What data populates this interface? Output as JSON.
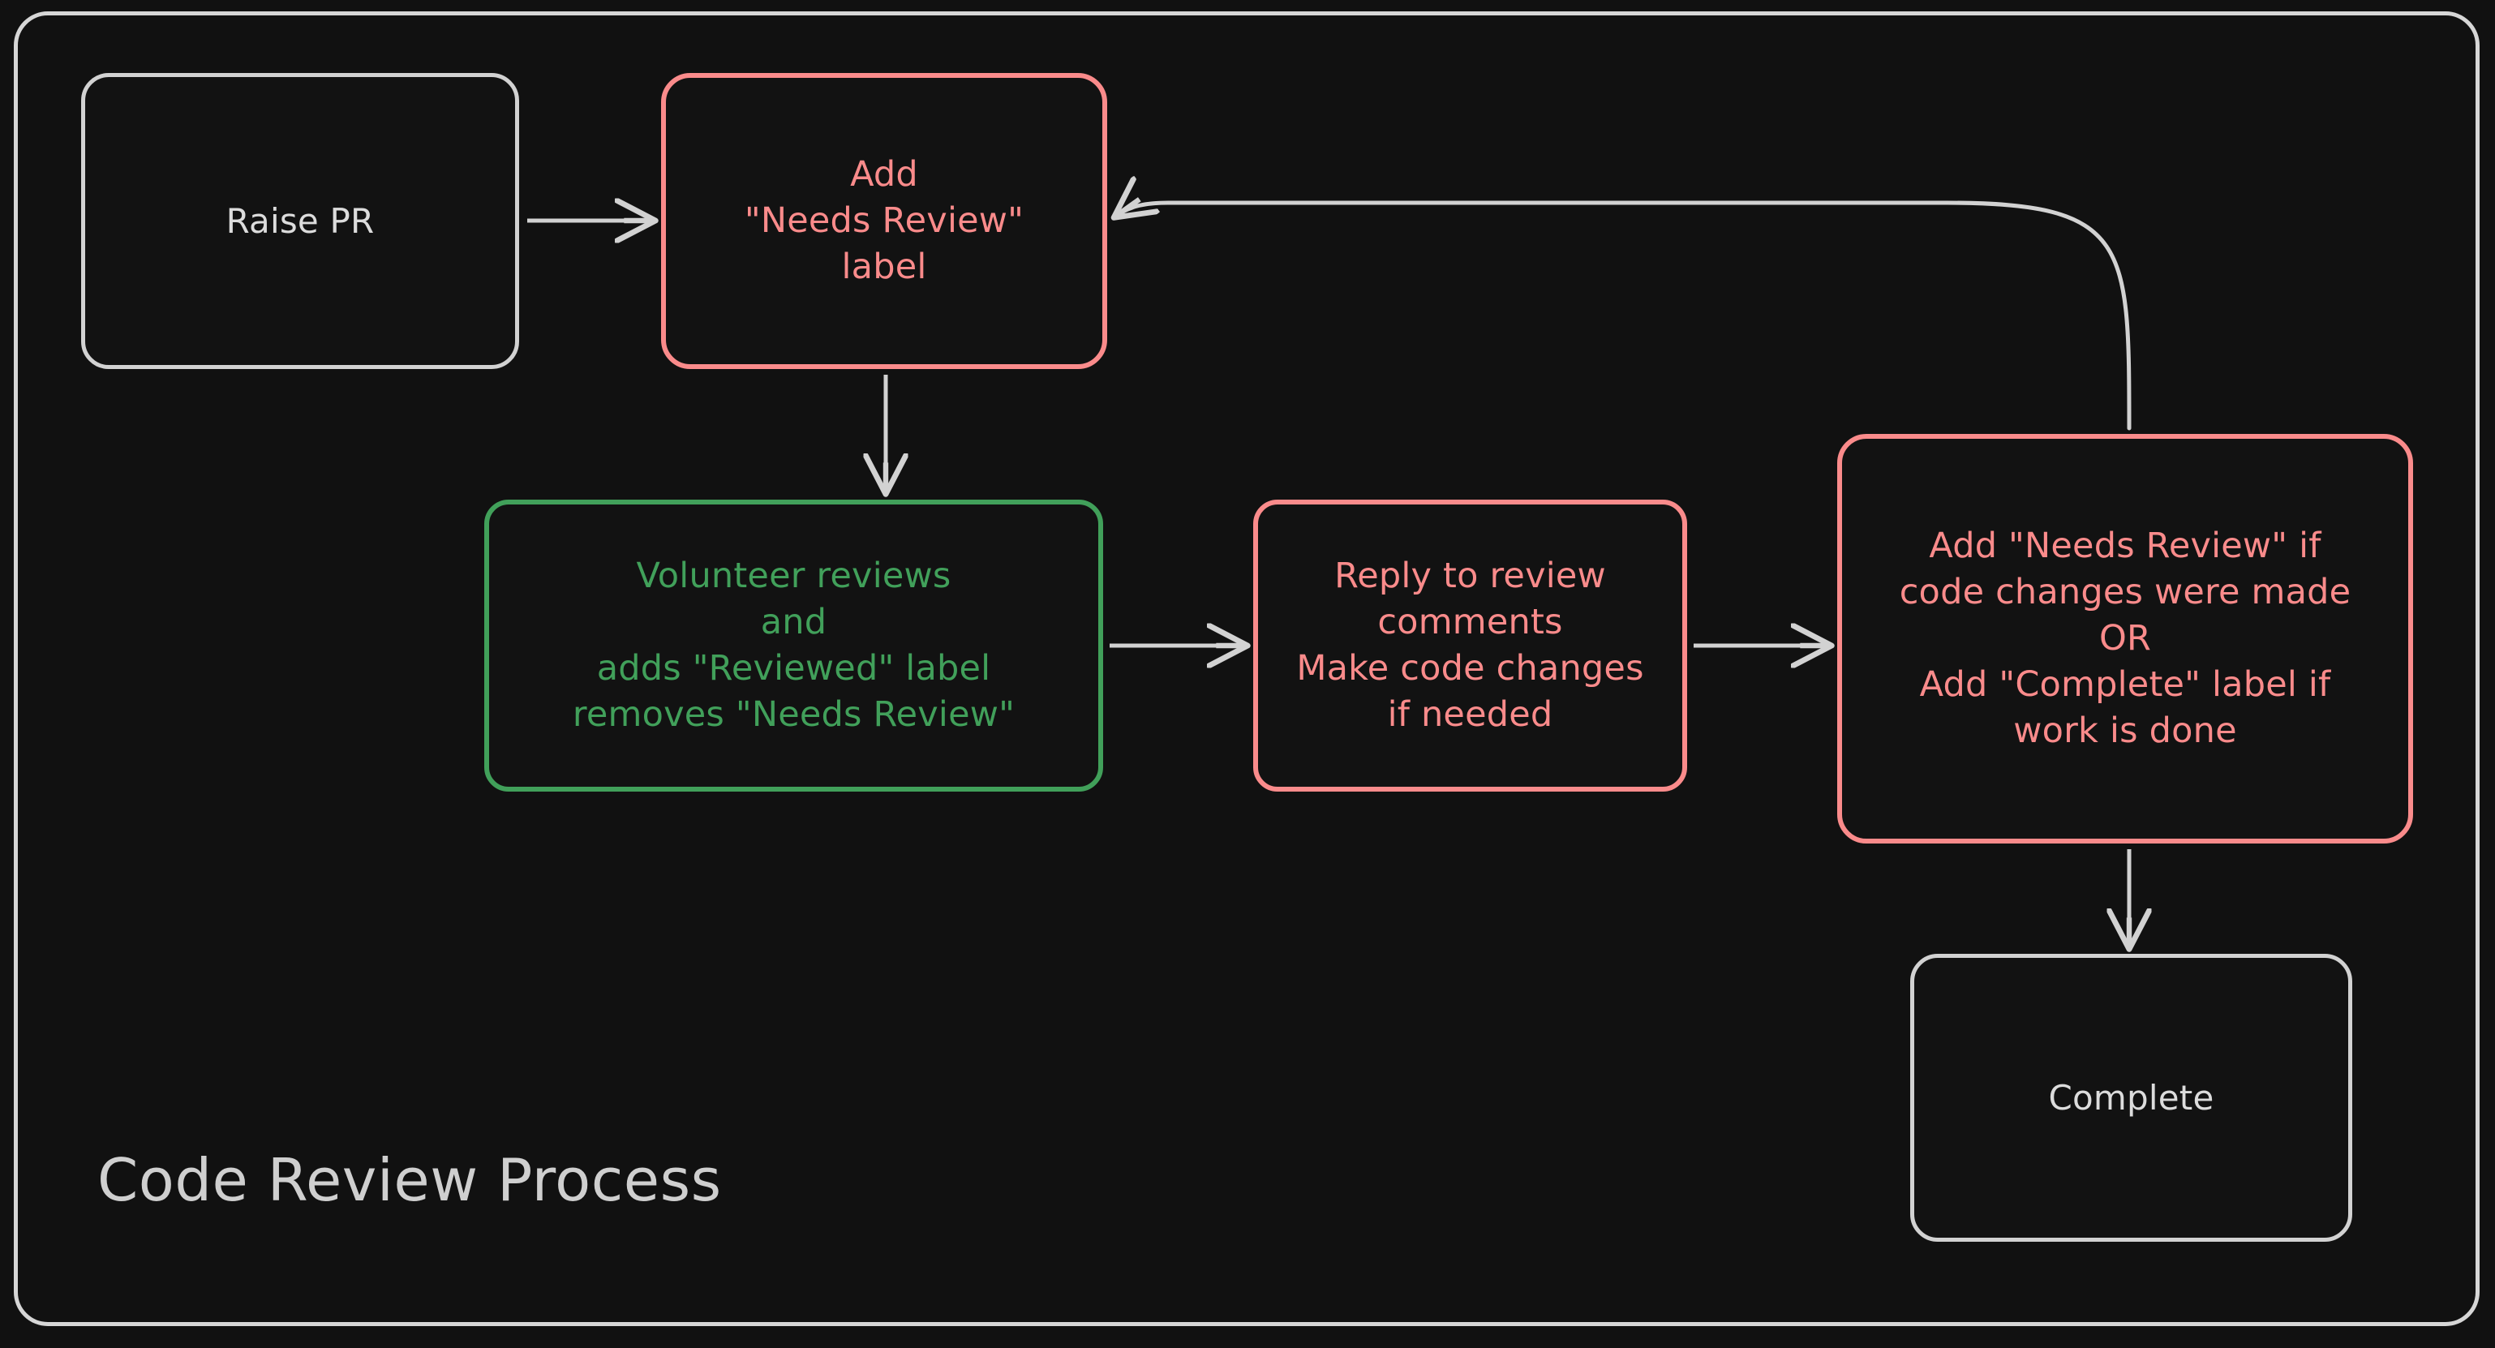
{
  "diagram": {
    "title": "Code Review Process",
    "kind": "flowchart",
    "background_color": "#111111",
    "frame_border_color": "#d6d6d6",
    "palette": {
      "neutral": "#d2d2d2",
      "neutral_text": "#dcdcdc",
      "red": "#fa8b8b",
      "green": "#41a05a",
      "edge": "#d2d2d2",
      "canvas": "#111111"
    },
    "nodes": [
      {
        "id": "raise-pr",
        "label": "Raise PR",
        "style": "plain",
        "color": "#d2d2d2"
      },
      {
        "id": "add-needs-review-label",
        "label": "Add\n\"Needs Review\"\nlabel",
        "style": "red",
        "color": "#fa8b8b"
      },
      {
        "id": "volunteer-reviews",
        "label": "Volunteer reviews\nand\nadds \"Reviewed\" label\nremoves \"Needs Review\"",
        "style": "green",
        "color": "#41a05a"
      },
      {
        "id": "reply-to-review",
        "label": "Reply to review\ncomments\nMake code changes\nif needed",
        "style": "red",
        "color": "#fa8b8b"
      },
      {
        "id": "add-or-complete",
        "label": "Add \"Needs Review\" if\ncode changes were made\nOR\nAdd \"Complete\" label if\nwork is done",
        "style": "red",
        "color": "#fa8b8b"
      },
      {
        "id": "complete",
        "label": "Complete",
        "style": "plain",
        "color": "#d2d2d2"
      }
    ],
    "edges": [
      {
        "id": "e1",
        "from": "raise-pr",
        "to": "add-needs-review-label",
        "label": "",
        "direction": "right"
      },
      {
        "id": "e2",
        "from": "add-needs-review-label",
        "to": "volunteer-reviews",
        "label": "",
        "direction": "down"
      },
      {
        "id": "e3",
        "from": "volunteer-reviews",
        "to": "reply-to-review",
        "label": "",
        "direction": "right"
      },
      {
        "id": "e4",
        "from": "reply-to-review",
        "to": "add-or-complete",
        "label": "",
        "direction": "right"
      },
      {
        "id": "e5",
        "from": "add-or-complete",
        "to": "complete",
        "label": "",
        "direction": "down"
      },
      {
        "id": "e6",
        "from": "add-or-complete",
        "to": "add-needs-review-label",
        "label": "",
        "direction": "loop-back"
      }
    ]
  }
}
